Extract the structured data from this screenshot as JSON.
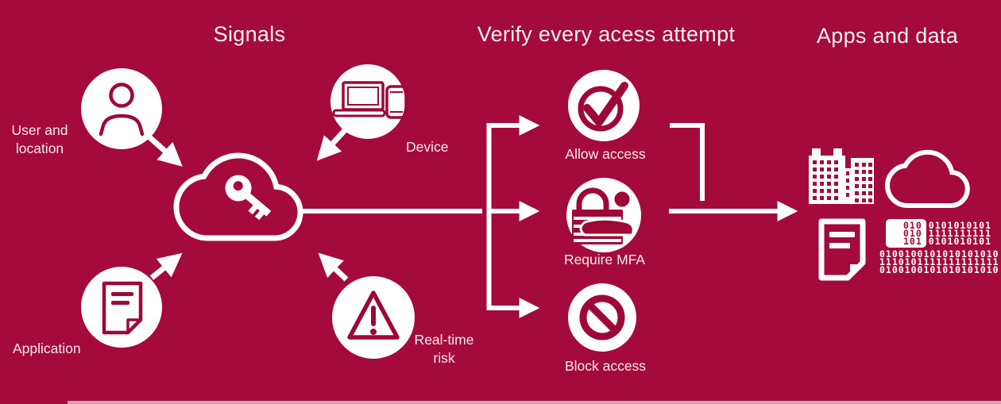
{
  "colors": {
    "background": "#A50A3C",
    "icon_crimson": "#9E0837",
    "title_text": "#F8F0F2",
    "label_text": "#F5EAEE",
    "edge_strip": "#CDC3C7"
  },
  "sections": {
    "signals": {
      "title": "Signals"
    },
    "verify": {
      "title": "Verify every acess attempt"
    },
    "apps": {
      "title": "Apps and data"
    }
  },
  "signals": {
    "hub_icon": "cloud-key-icon",
    "items": [
      {
        "icon": "person-icon",
        "label": "User and\nlocation"
      },
      {
        "icon": "devices-icon",
        "label": "Device"
      },
      {
        "icon": "document-icon",
        "label": "Application"
      },
      {
        "icon": "warning-icon",
        "label": "Real-time\nrisk"
      }
    ]
  },
  "outcomes": [
    {
      "icon": "check-circle-icon",
      "label": "Allow access"
    },
    {
      "icon": "lock-person-icon",
      "label": "Require MFA"
    },
    {
      "icon": "block-icon",
      "label": "Block access"
    }
  ],
  "apps": {
    "icons": [
      "building-icon",
      "cloud-icon",
      "document-icon",
      "binary-data-icon"
    ],
    "binary": {
      "box_rows": [
        "010",
        "010",
        "101"
      ],
      "side_rows": [
        "0101010101",
        "1111111111",
        "0101010101"
      ],
      "bottom_rows": [
        "0100100101010101010",
        "1110101111111111111",
        "0100100101010101010"
      ]
    }
  }
}
